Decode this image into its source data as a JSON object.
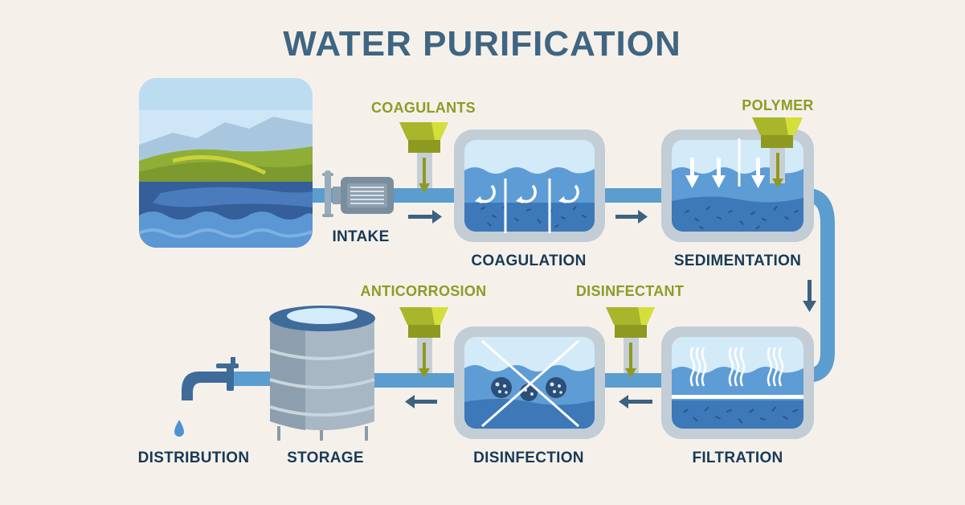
{
  "title": "WATER PURIFICATION",
  "stages": {
    "intake": "INTAKE",
    "coagulation": "COAGULATION",
    "sedimentation": "SEDIMENTATION",
    "filtration": "FILTRATION",
    "disinfection": "DISINFECTION",
    "storage": "STORAGE",
    "distribution": "DISTRIBUTION"
  },
  "chemicals": {
    "coagulants": "COAGULANTS",
    "polymer": "POLYMER",
    "disinfectant": "DISINFECTANT",
    "anticorrosion": "ANTICORROSION"
  },
  "colors": {
    "background": "#f5f1ea",
    "pipe": "#5b9dcf",
    "tank_frame": "#c2cdd6",
    "water": "#3f7fc0",
    "chemical": "#a9b52a",
    "title": "#3f6582",
    "label": "#173a57"
  }
}
